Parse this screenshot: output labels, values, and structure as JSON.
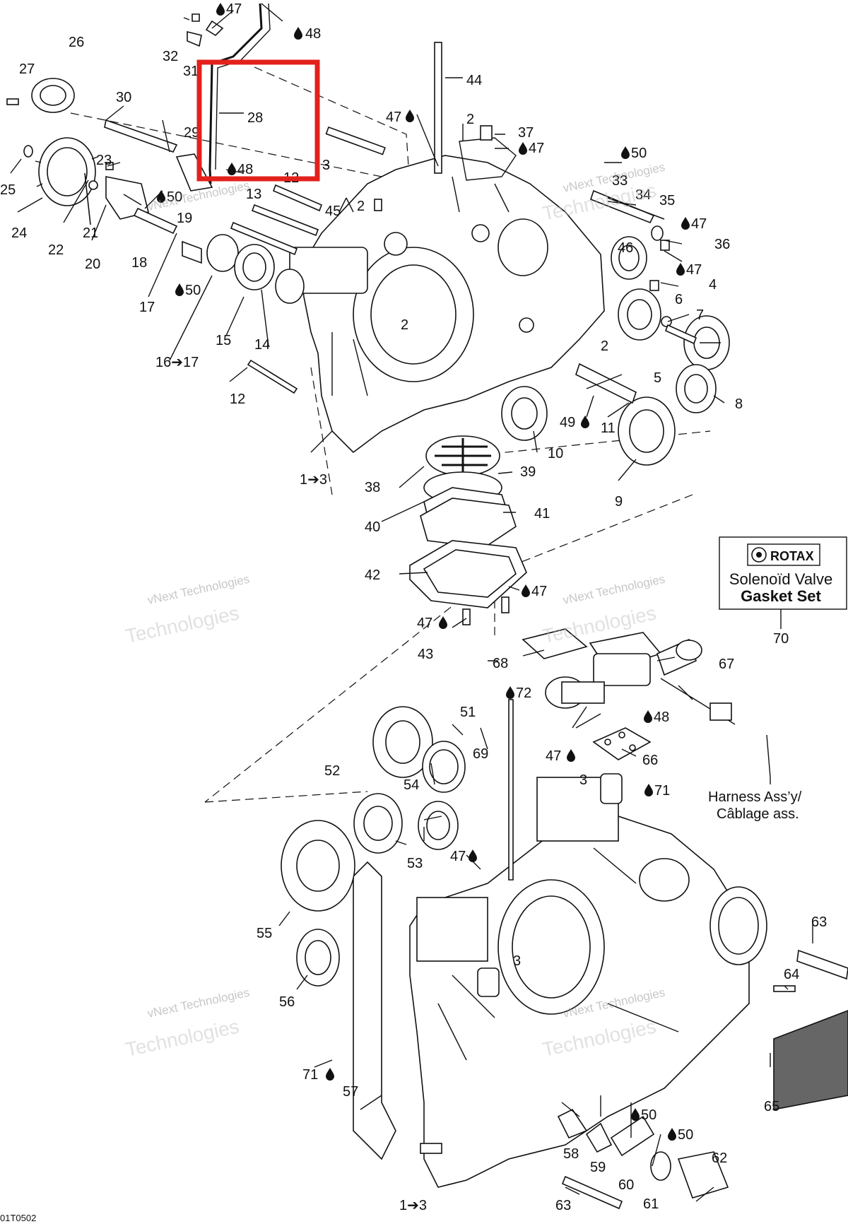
{
  "callouts": {
    "c1_3a": "1➔3",
    "c1_3b": "1➔3",
    "c2a": "2",
    "c2b": "2",
    "c2c": "2",
    "c2d": "2",
    "c3a": "3",
    "c3b": "3",
    "c3c": "3",
    "c4": "4",
    "c5": "5",
    "c6": "6",
    "c7": "7",
    "c8": "8",
    "c9": "9",
    "c10": "10",
    "c11": "11",
    "c12a": "12",
    "c12b": "12",
    "c13": "13",
    "c14": "14",
    "c15": "15",
    "c16_17": "16➔17",
    "c17": "17",
    "c18": "18",
    "c19": "19",
    "c20": "20",
    "c21": "21",
    "c22": "22",
    "c23": "23",
    "c24": "24",
    "c25": "25",
    "c26": "26",
    "c27": "27",
    "c28": "28",
    "c29": "29",
    "c30": "30",
    "c31": "31",
    "c32": "32",
    "c33": "33",
    "c34": "34",
    "c35": "35",
    "c36": "36",
    "c37": "37",
    "c38": "38",
    "c39": "39",
    "c40": "40",
    "c41": "41",
    "c42": "42",
    "c43": "43",
    "c44": "44",
    "c45": "45",
    "c46": "46",
    "c51": "51",
    "c52": "52",
    "c53": "53",
    "c54": "54",
    "c55": "55",
    "c56": "56",
    "c57": "57",
    "c58": "58",
    "c59": "59",
    "c60": "60",
    "c61": "61",
    "c62": "62",
    "c63a": "63",
    "c63b": "63",
    "c64": "64",
    "c65": "65",
    "c66": "66",
    "c67": "67",
    "c68": "68",
    "c69": "69",
    "c70": "70"
  },
  "lube": {
    "l47a": "47",
    "l48a": "48",
    "l47b": "47",
    "l47c": "47",
    "l48b": "48",
    "l50a": "50",
    "l50b": "50",
    "l50c": "50",
    "l47d": "47",
    "l47e": "47",
    "l49": "49",
    "l47f": "47",
    "l47g": "47",
    "l72": "72",
    "l48c": "48",
    "l47h": "47",
    "l71a": "71",
    "l47i": "47",
    "l71b": "71",
    "l50d": "50",
    "l50e": "50"
  },
  "legend": {
    "brand": "ROTAX",
    "title": "Solenoïd Valve",
    "subtitle": "Gasket Set"
  },
  "harness": {
    "line1": "Harness Ass’y/",
    "line2": "Câblage ass."
  },
  "watermark": {
    "small": "vNext Technologies",
    "large": "Technologies"
  },
  "figure_code": "01T0502",
  "highlight_color": "#e3211c"
}
